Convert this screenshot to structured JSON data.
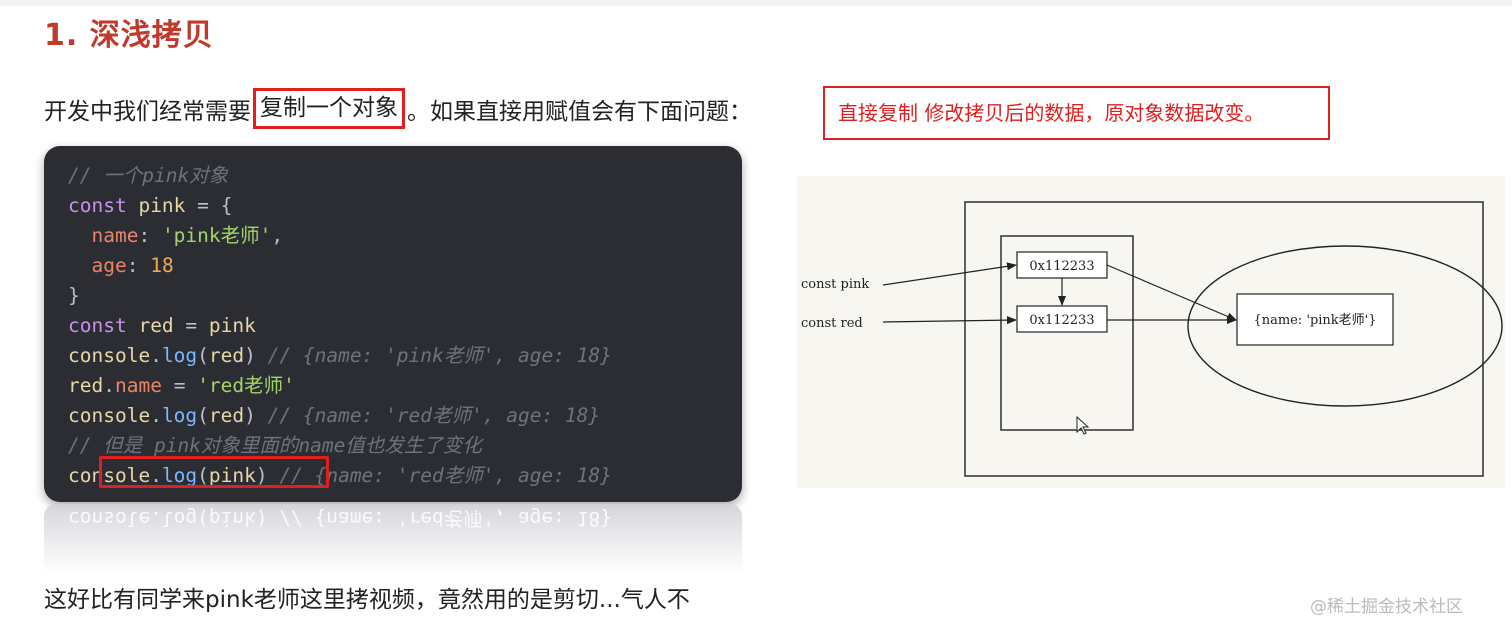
{
  "heading": "1. 深浅拷贝",
  "intro": {
    "before": "开发中我们经常需要",
    "boxed": "复制一个对象",
    "after": "。如果直接用赋值会有下面问题："
  },
  "note": "直接复制 修改拷贝后的数据，原对象数据改变。",
  "code": {
    "comment1": "// 一个pink对象",
    "const_kw": "const",
    "pink_id": "pink",
    "eq_brace": " = {",
    "name_key": "name",
    "name_val": "'pink老师'",
    "age_key": "age",
    "age_val": "18",
    "close_brace": "}",
    "red_id": "red",
    "console": "console",
    "log": "log",
    "comment2": "// {name: 'pink老师', age: 18}",
    "name_prop": "name",
    "red_val": "'red老师'",
    "comment3": "// {name: 'red老师', age: 18}",
    "comment4": "// 但是 pink对象里面的name值也发生了变化",
    "comment5": "// {name: 'red老师', age: 18}"
  },
  "reflection_text": "console.log(pink) // {name: 'red老师', age: 18}",
  "diagram": {
    "label_pink": "const pink",
    "label_red": "const red",
    "addr1": "0x112233",
    "addr2": "0x112233",
    "object": "{name: 'pink老师'}"
  },
  "outro": "这好比有同学来pink老师这里拷视频，竟然用的是剪切...气人不",
  "watermark": "@稀土掘金技术社区"
}
